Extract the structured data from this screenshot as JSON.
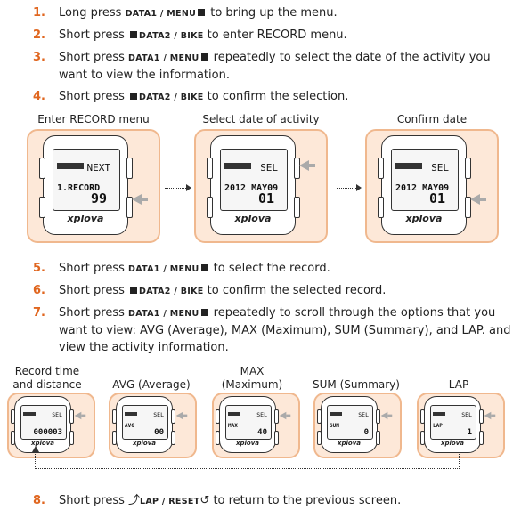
{
  "steps_top": [
    {
      "num": "1.",
      "parts": [
        {
          "t": "Long press "
        },
        {
          "c": "DATA1 / MENU"
        },
        {
          "sq": "after"
        },
        {
          "t": " to bring up the menu."
        }
      ]
    },
    {
      "num": "2.",
      "parts": [
        {
          "t": "Short press "
        },
        {
          "sq": "before"
        },
        {
          "c": "DATA2 / BIKE"
        },
        {
          "t": " to enter RECORD menu."
        }
      ]
    },
    {
      "num": "3.",
      "parts": [
        {
          "t": "Short press "
        },
        {
          "c": "DATA1 / MENU"
        },
        {
          "sq": "after"
        },
        {
          "t": " repeatedly to select the date of the activity you want to view the information."
        }
      ]
    },
    {
      "num": "4.",
      "parts": [
        {
          "t": "Short press "
        },
        {
          "sq": "before"
        },
        {
          "c": "DATA2 / BIKE"
        },
        {
          "t": " to confirm the selection."
        }
      ]
    }
  ],
  "captions_top": [
    "Enter RECORD menu",
    "Select date of activity",
    "Confirm date"
  ],
  "screens_top": [
    {
      "top": "NEXT",
      "mid": "1.RECORD",
      "bot": "99"
    },
    {
      "top": "SEL",
      "mid": "2012 MAY09",
      "bot": "01"
    },
    {
      "top": "SEL",
      "mid": "2012 MAY09",
      "bot": "01"
    }
  ],
  "logo": "xplova",
  "steps_bottom": [
    {
      "num": "5.",
      "parts": [
        {
          "t": "Short press "
        },
        {
          "c": "DATA1 / MENU"
        },
        {
          "sq": "after"
        },
        {
          "t": " to select the record."
        }
      ]
    },
    {
      "num": "6.",
      "parts": [
        {
          "t": "Short press "
        },
        {
          "sq": "before"
        },
        {
          "c": "DATA2 / BIKE"
        },
        {
          "t": " to confirm the selected record."
        }
      ]
    },
    {
      "num": "7.",
      "parts": [
        {
          "t": "Short press "
        },
        {
          "c": "DATA1 / MENU"
        },
        {
          "sq": "after"
        },
        {
          "t": " repeatedly to scroll through the options that you want to view:  AVG (Average), MAX (Maximum), SUM (Summary), and LAP. and view the activity information."
        }
      ]
    }
  ],
  "captions_bottom": [
    "Record time and distance",
    "AVG (Average)",
    "MAX (Maximum)",
    "SUM (Summary)",
    "LAP"
  ],
  "screens_bottom": [
    {
      "top": "SEL",
      "mid": "",
      "bot": "000003"
    },
    {
      "top": "SEL",
      "mid": "AVG",
      "bot": "00"
    },
    {
      "top": "SEL",
      "mid": "MAX",
      "bot": "40"
    },
    {
      "top": "SEL",
      "mid": "SUM",
      "bot": "0"
    },
    {
      "top": "SEL",
      "mid": "LAP",
      "bot": "1"
    }
  ],
  "step8": {
    "num": "8.",
    "parts": [
      {
        "t": "Short press "
      },
      {
        "c": "LAP / RESET"
      },
      {
        "t": " to return to the previous screen."
      }
    ]
  }
}
